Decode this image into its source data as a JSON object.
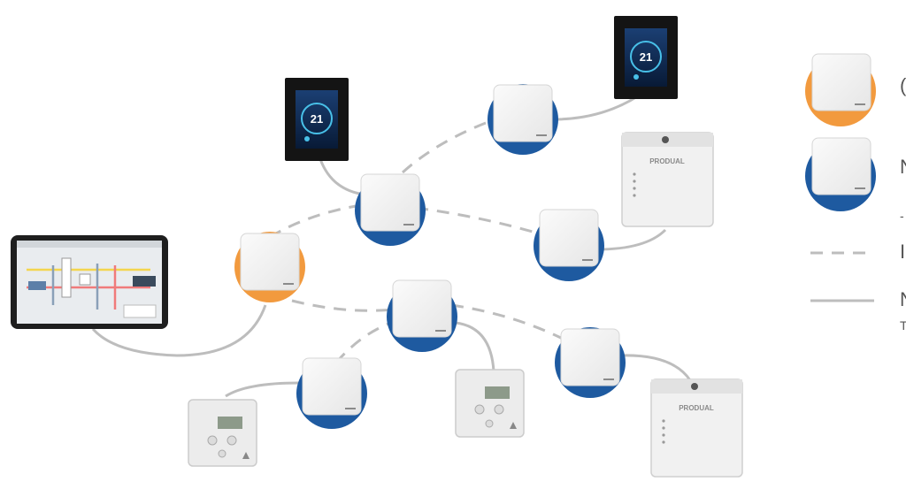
{
  "colors": {
    "gateway_accent": "#f29a3e",
    "node_accent": "#1e5aa0",
    "link_line": "#bdbdbd",
    "module_body": "#f4f4f4",
    "panel_bezel": "#141414",
    "panel_screen": "#0d2344"
  },
  "devices": {
    "touch_panel_value": "21",
    "brand_label": "PRODUAL"
  },
  "legend": {
    "items": [
      {
        "kind": "gateway",
        "label": "("
      },
      {
        "kind": "node",
        "label": "N"
      },
      {
        "kind": "dashed-line",
        "label": "I",
        "prefix": "-"
      },
      {
        "kind": "solid-line",
        "label": "N",
        "suffix": "T"
      }
    ]
  }
}
